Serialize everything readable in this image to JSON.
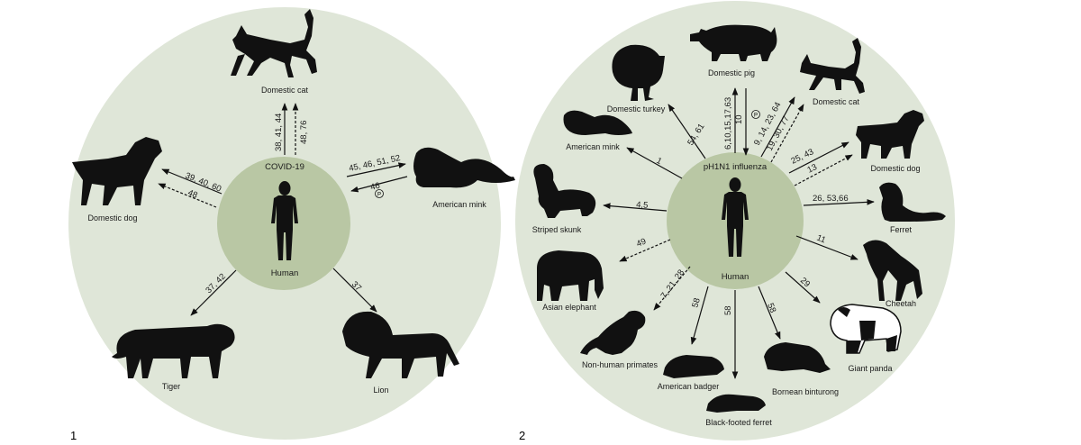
{
  "colors": {
    "outer_circle": "#dfe6d8",
    "inner_circle": "#b9c7a4",
    "ink": "#111111"
  },
  "panels": [
    {
      "number": "1",
      "center": {
        "title": "COVID-19",
        "subtitle": "Human"
      },
      "nodes": [
        {
          "id": "domestic-cat",
          "label": "Domestic cat",
          "icon": "cat-silhouette",
          "links": [
            {
              "style": "solid",
              "direction": "out",
              "text": "38, 41, 44"
            },
            {
              "style": "dashed",
              "direction": "out",
              "text": "48, 76"
            }
          ]
        },
        {
          "id": "american-mink",
          "label": "American mink",
          "icon": "mink-silhouette",
          "links": [
            {
              "style": "solid",
              "direction": "out",
              "text": "45, 46, 51, 52"
            },
            {
              "style": "solid",
              "direction": "in",
              "text": "46",
              "badge": "P"
            }
          ]
        },
        {
          "id": "domestic-dog",
          "label": "Domestic dog",
          "icon": "dog-silhouette",
          "links": [
            {
              "style": "solid",
              "direction": "out",
              "text": "39, 40, 60"
            },
            {
              "style": "dashed",
              "direction": "out",
              "text": "48"
            }
          ]
        },
        {
          "id": "tiger",
          "label": "Tiger",
          "icon": "tiger-silhouette",
          "links": [
            {
              "style": "solid",
              "direction": "out",
              "text": "37, 42"
            }
          ]
        },
        {
          "id": "lion",
          "label": "Lion",
          "icon": "lion-silhouette",
          "links": [
            {
              "style": "solid",
              "direction": "out",
              "text": "37"
            }
          ]
        }
      ]
    },
    {
      "number": "2",
      "center": {
        "title": "pH1N1 influenza",
        "subtitle": "Human"
      },
      "nodes": [
        {
          "id": "domestic-pig",
          "label": "Domestic pig",
          "icon": "pig-silhouette",
          "links": [
            {
              "style": "solid",
              "direction": "out",
              "text": "6,10,15,17,63"
            },
            {
              "style": "solid",
              "direction": "in",
              "text": "10",
              "badge": "P"
            }
          ]
        },
        {
          "id": "domestic-turkey",
          "label": "Domestic turkey",
          "icon": "turkey-silhouette",
          "links": [
            {
              "style": "solid",
              "direction": "out",
              "text": "54, 61"
            }
          ]
        },
        {
          "id": "domestic-cat",
          "label": "Domestic cat",
          "icon": "cat-silhouette",
          "links": [
            {
              "style": "solid",
              "direction": "out",
              "text": "9, 14, 23, 64"
            },
            {
              "style": "dashed",
              "direction": "out",
              "text": "19, 30, 77"
            }
          ]
        },
        {
          "id": "american-mink",
          "label": "American mink",
          "icon": "mink-silhouette",
          "links": [
            {
              "style": "solid",
              "direction": "out",
              "text": "1"
            }
          ]
        },
        {
          "id": "domestic-dog",
          "label": "Domestic dog",
          "icon": "dog-silhouette",
          "links": [
            {
              "style": "solid",
              "direction": "out",
              "text": "25, 43"
            },
            {
              "style": "dashed",
              "direction": "out",
              "text": "13"
            }
          ]
        },
        {
          "id": "striped-skunk",
          "label": "Striped skunk",
          "icon": "skunk-silhouette",
          "links": [
            {
              "style": "solid",
              "direction": "out",
              "text": "4,5"
            }
          ]
        },
        {
          "id": "ferret",
          "label": "Ferret",
          "icon": "ferret-silhouette",
          "links": [
            {
              "style": "solid",
              "direction": "out",
              "text": "26, 53,66"
            }
          ]
        },
        {
          "id": "asian-elephant",
          "label": "Asian elephant",
          "icon": "elephant-silhouette",
          "links": [
            {
              "style": "dashed",
              "direction": "out",
              "text": "49"
            }
          ]
        },
        {
          "id": "cheetah",
          "label": "Cheetah",
          "icon": "cheetah-silhouette",
          "links": [
            {
              "style": "solid",
              "direction": "out",
              "text": "11"
            }
          ]
        },
        {
          "id": "non-human-primates",
          "label": "Non-human primates",
          "icon": "primate-silhouette",
          "links": [
            {
              "style": "dashed",
              "direction": "out",
              "text": "7, 21, 28"
            }
          ]
        },
        {
          "id": "giant-panda",
          "label": "Giant panda",
          "icon": "panda-silhouette",
          "links": [
            {
              "style": "solid",
              "direction": "out",
              "text": "29"
            }
          ]
        },
        {
          "id": "american-badger",
          "label": "American badger",
          "icon": "badger-silhouette",
          "links": [
            {
              "style": "solid",
              "direction": "out",
              "text": "58"
            }
          ]
        },
        {
          "id": "black-footed-ferret",
          "label": "Black-footed ferret",
          "icon": "ferret-silhouette",
          "links": [
            {
              "style": "solid",
              "direction": "out",
              "text": "58"
            }
          ]
        },
        {
          "id": "bornean-binturong",
          "label": "Bornean binturong",
          "icon": "binturong-silhouette",
          "links": [
            {
              "style": "solid",
              "direction": "out",
              "text": "58"
            }
          ]
        }
      ]
    }
  ]
}
